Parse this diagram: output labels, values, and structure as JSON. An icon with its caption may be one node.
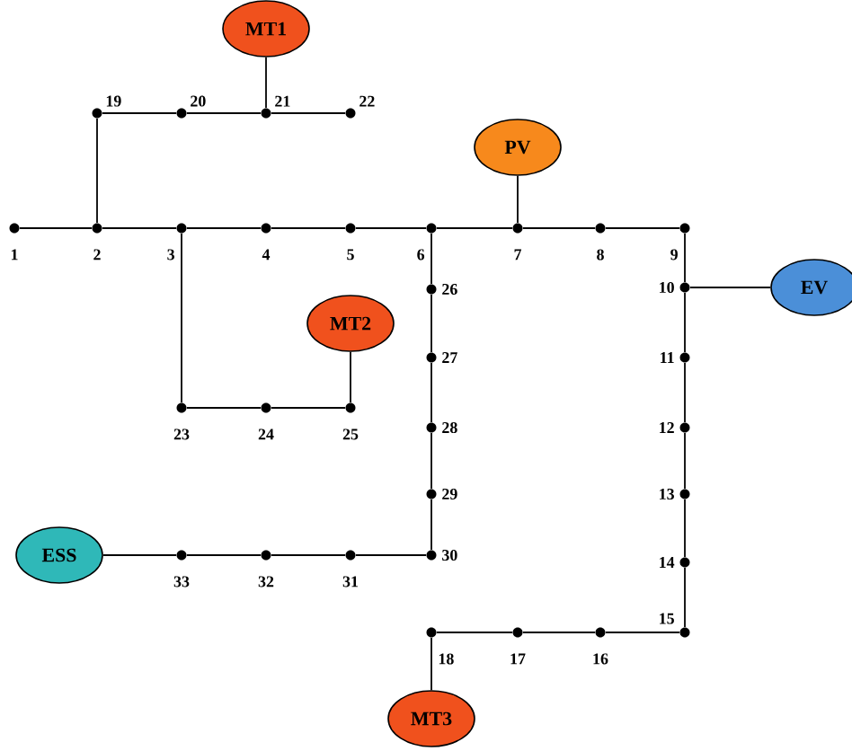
{
  "diagram": {
    "nodes": [
      {
        "text": [],
        "shape": "circle",
        "beside": [
          "1"
        ]
      },
      {
        "text": [],
        "shape": "circle",
        "beside": [
          "2"
        ]
      },
      {
        "text": [],
        "shape": "circle",
        "beside": [
          "3"
        ]
      },
      {
        "text": [],
        "shape": "circle",
        "beside": [
          "4"
        ]
      },
      {
        "text": [],
        "shape": "circle",
        "beside": [
          "5"
        ]
      },
      {
        "text": [],
        "shape": "circle",
        "beside": [
          "6"
        ]
      },
      {
        "text": [],
        "shape": "circle",
        "beside": [
          "7"
        ]
      },
      {
        "text": [],
        "shape": "circle",
        "beside": [
          "8"
        ]
      },
      {
        "text": [],
        "shape": "circle",
        "beside": [
          "9"
        ]
      },
      {
        "text": [],
        "shape": "circle",
        "beside": [
          "10"
        ]
      },
      {
        "text": [],
        "shape": "circle",
        "beside": [
          "11"
        ]
      },
      {
        "text": [],
        "shape": "circle",
        "beside": [
          "12"
        ]
      },
      {
        "text": [],
        "shape": "circle",
        "beside": [
          "13"
        ]
      },
      {
        "text": [],
        "shape": "circle",
        "beside": [
          "14"
        ]
      },
      {
        "text": [],
        "shape": "circle",
        "beside": [
          "15"
        ]
      },
      {
        "text": [],
        "shape": "circle",
        "beside": [
          "16"
        ]
      },
      {
        "text": [],
        "shape": "circle",
        "beside": [
          "17"
        ]
      },
      {
        "text": [],
        "shape": "circle",
        "beside": [
          "18"
        ]
      },
      {
        "text": [],
        "shape": "circle",
        "beside": [
          "19"
        ]
      },
      {
        "text": [],
        "shape": "circle",
        "beside": [
          "20"
        ]
      },
      {
        "text": [],
        "shape": "circle",
        "beside": [
          "21"
        ]
      },
      {
        "text": [],
        "shape": "circle",
        "beside": [
          "22"
        ]
      },
      {
        "text": [],
        "shape": "circle",
        "beside": [
          "23"
        ]
      },
      {
        "text": [],
        "shape": "circle",
        "beside": [
          "24"
        ]
      },
      {
        "text": [],
        "shape": "circle",
        "beside": [
          "25"
        ]
      },
      {
        "text": [],
        "shape": "circle",
        "beside": [
          "26"
        ]
      },
      {
        "text": [],
        "shape": "circle",
        "beside": [
          "27"
        ]
      },
      {
        "text": [],
        "shape": "circle",
        "beside": [
          "28"
        ]
      },
      {
        "text": [],
        "shape": "circle",
        "beside": [
          "29"
        ]
      },
      {
        "text": [],
        "shape": "circle",
        "beside": [
          "30"
        ]
      },
      {
        "text": [],
        "shape": "circle",
        "beside": [
          "31"
        ]
      },
      {
        "text": [],
        "shape": "circle",
        "beside": [
          "32"
        ]
      },
      {
        "text": [],
        "shape": "circle",
        "beside": [
          "33"
        ]
      },
      {
        "text": [
          "MT1"
        ]
      },
      {
        "text": [
          "PV"
        ]
      },
      {
        "text": [
          "MT2"
        ]
      },
      {
        "text": [
          "EV"
        ]
      },
      {
        "text": [
          "ESS"
        ]
      },
      {
        "text": [
          "MT3"
        ]
      }
    ],
    "edges": [
      {
        "from": 0,
        "to": 1,
        "arrow": "none"
      },
      {
        "from": 1,
        "to": 2,
        "arrow": "none"
      },
      {
        "from": 2,
        "to": 3,
        "arrow": "none"
      },
      {
        "from": 3,
        "to": 4,
        "arrow": "none"
      },
      {
        "from": 4,
        "to": 5,
        "arrow": "none"
      },
      {
        "from": 5,
        "to": 6,
        "arrow": "none"
      },
      {
        "from": 6,
        "to": 7,
        "arrow": "none"
      },
      {
        "from": 7,
        "to": 8,
        "arrow": "none"
      },
      {
        "from": 8,
        "to": 9,
        "arrow": "none"
      },
      {
        "from": 9,
        "to": 10,
        "arrow": "none"
      },
      {
        "from": 10,
        "to": 11,
        "arrow": "none"
      },
      {
        "from": 11,
        "to": 12,
        "arrow": "none"
      },
      {
        "from": 12,
        "to": 13,
        "arrow": "none"
      },
      {
        "from": 13,
        "to": 14,
        "arrow": "none"
      },
      {
        "from": 14,
        "to": 15,
        "arrow": "none"
      },
      {
        "from": 15,
        "to": 16,
        "arrow": "none"
      },
      {
        "from": 16,
        "to": 17,
        "arrow": "none"
      },
      {
        "from": 1,
        "to": 18,
        "arrow": "none"
      },
      {
        "from": 18,
        "to": 19,
        "arrow": "none"
      },
      {
        "from": 19,
        "to": 20,
        "arrow": "none"
      },
      {
        "from": 20,
        "to": 21,
        "arrow": "none"
      },
      {
        "from": 2,
        "to": 22,
        "arrow": "none"
      },
      {
        "from": 22,
        "to": 23,
        "arrow": "none"
      },
      {
        "from": 23,
        "to": 24,
        "arrow": "none"
      },
      {
        "from": 5,
        "to": 25,
        "arrow": "none"
      },
      {
        "from": 25,
        "to": 26,
        "arrow": "none"
      },
      {
        "from": 26,
        "to": 27,
        "arrow": "none"
      },
      {
        "from": 27,
        "to": 28,
        "arrow": "none"
      },
      {
        "from": 28,
        "to": 29,
        "arrow": "none"
      },
      {
        "from": 29,
        "to": 30,
        "arrow": "none"
      },
      {
        "from": 30,
        "to": 31,
        "arrow": "none"
      },
      {
        "from": 31,
        "to": 32,
        "arrow": "none"
      },
      {
        "from": 33,
        "to": 20,
        "arrow": "none"
      },
      {
        "from": 34,
        "to": 6,
        "arrow": "none"
      },
      {
        "from": 35,
        "to": 24,
        "arrow": "none"
      },
      {
        "from": 9,
        "to": 36,
        "arrow": "none"
      },
      {
        "from": 37,
        "to": 32,
        "arrow": "none"
      },
      {
        "from": 17,
        "to": 38,
        "arrow": "none"
      }
    ]
  }
}
